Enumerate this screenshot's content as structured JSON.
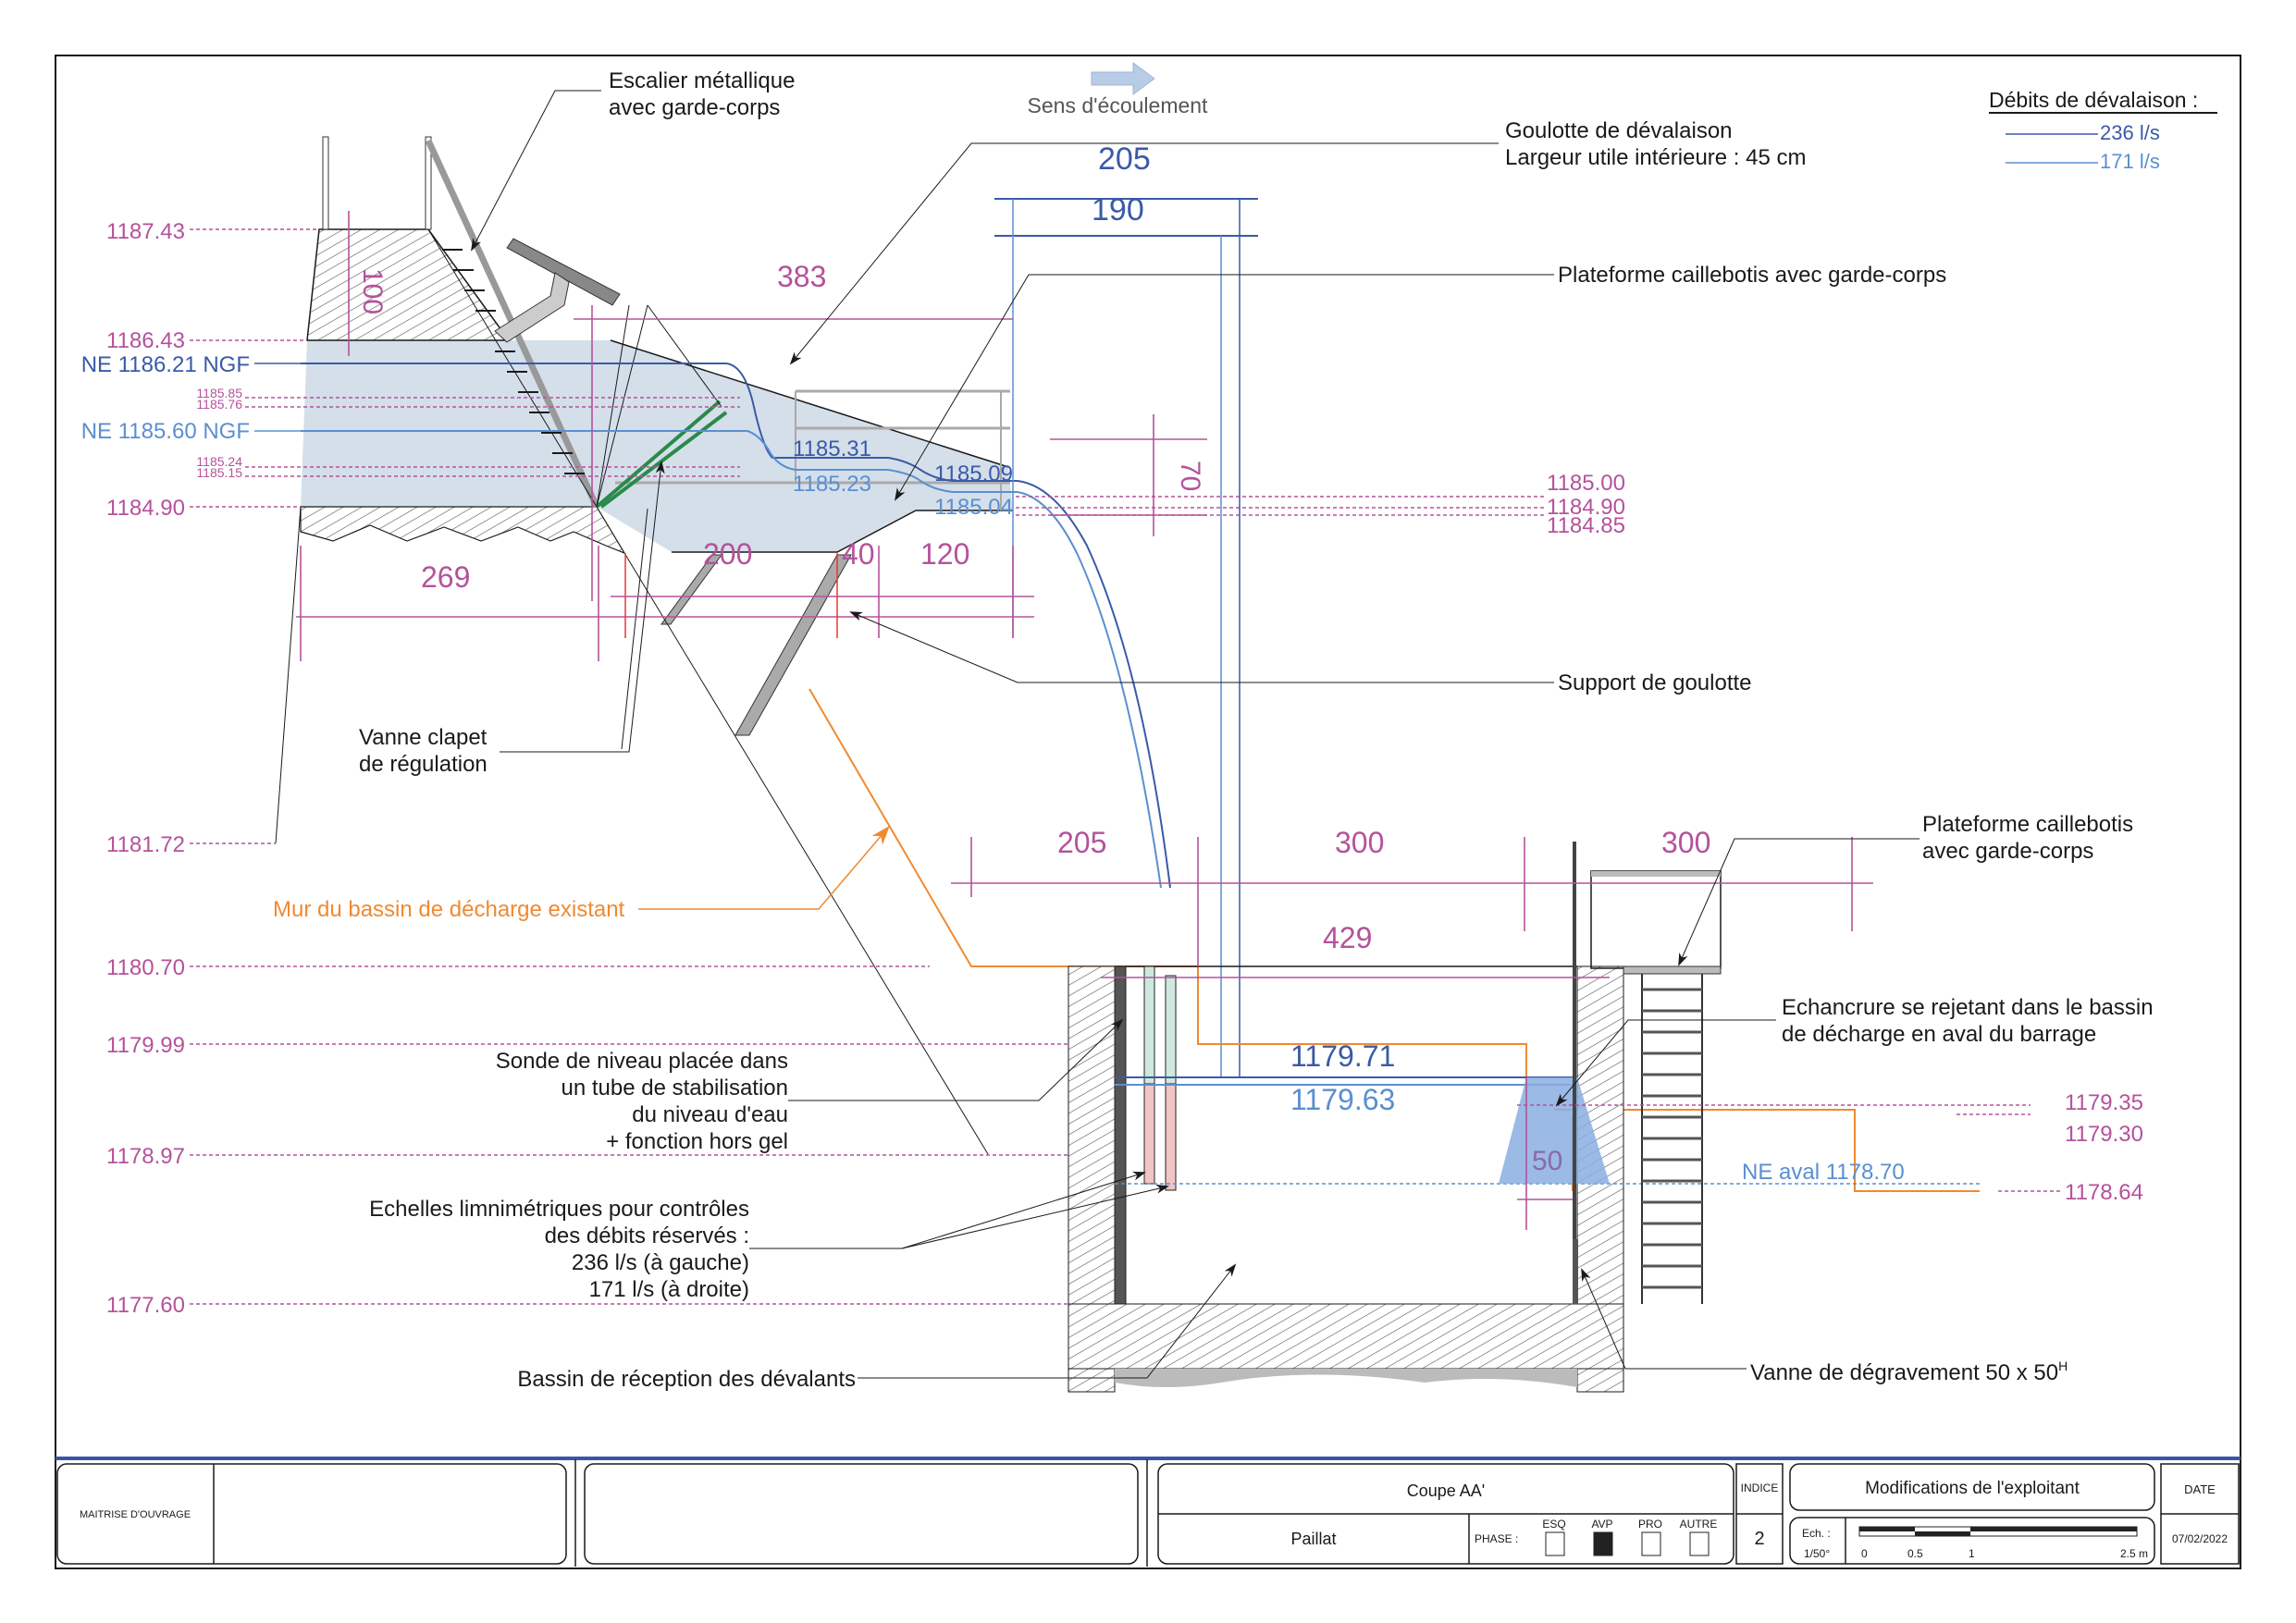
{
  "drawing": {
    "flow_direction_label": "Sens d'écoulement",
    "legend": {
      "title": "Débits de dévalaison :",
      "items": [
        {
          "label": "236 l/s",
          "color": "#3a5aa8"
        },
        {
          "label": "171 l/s",
          "color": "#5a8fd0"
        }
      ]
    },
    "elevations_left": [
      {
        "label": "1187.43"
      },
      {
        "label": "1186.43"
      },
      {
        "label": "NE 1186.21 NGF"
      },
      {
        "label": "1185.85"
      },
      {
        "label": "1185.76"
      },
      {
        "label": "NE 1185.60 NGF"
      },
      {
        "label": "1185.24"
      },
      {
        "label": "1185.15"
      },
      {
        "label": "1184.90"
      },
      {
        "label": "1181.72"
      },
      {
        "label": "1180.70"
      },
      {
        "label": "1179.99"
      },
      {
        "label": "1178.97"
      },
      {
        "label": "1177.60"
      }
    ],
    "elevations_right": [
      {
        "label": "1185.00"
      },
      {
        "label": "1184.90"
      },
      {
        "label": "1184.85"
      },
      {
        "label": "1179.35"
      },
      {
        "label": "1179.30"
      },
      {
        "label": "1178.64"
      }
    ],
    "water_levels": {
      "channel_236_a": "1185.31",
      "channel_171_a": "1185.23",
      "channel_236_b": "1185.09",
      "channel_171_b": "1185.04",
      "basin_236": "1179.71",
      "basin_171": "1179.63",
      "ne_aval": "NE aval 1178.70"
    },
    "dimensions": {
      "d100": "100",
      "d383": "383",
      "d205_top": "205",
      "d190": "190",
      "d70": "70",
      "d269": "269",
      "d200": "200",
      "d40": "40",
      "d120": "120",
      "d205_bottom": "205",
      "d300_a": "300",
      "d300_b": "300",
      "d429": "429",
      "d50": "50"
    },
    "annotations": {
      "escalier": [
        "Escalier métallique",
        "avec garde-corps"
      ],
      "goulotte": [
        "Goulotte de dévalaison",
        "Largeur utile intérieure : 45 cm"
      ],
      "plateforme_top": "Plateforme caillebotis avec garde-corps",
      "support": "Support de goulotte",
      "vanne_clapet": [
        "Vanne clapet",
        "de régulation"
      ],
      "mur_bassin": "Mur du bassin de décharge existant",
      "plateforme_right": [
        "Plateforme caillebotis",
        "avec garde-corps"
      ],
      "echancrure": [
        "Echancrure se rejetant dans le bassin",
        "de décharge en aval du barrage"
      ],
      "sonde": [
        "Sonde de niveau placée dans",
        "un tube de stabilisation",
        "du niveau d'eau",
        "+ fonction hors gel"
      ],
      "echelles": [
        "Echelles limnimétriques pour contrôles",
        "des débits réservés :",
        "236 l/s (à gauche)",
        "171 l/s (à droite)"
      ],
      "bassin": "Bassin de réception des dévalants",
      "vanne_degravement": "Vanne de dégravement 50 x 50",
      "vanne_degravement_sup": "H"
    }
  },
  "title_block": {
    "maitrise_label": "MAITRISE D'OUVRAGE",
    "drawing_title": "Coupe AA'",
    "site": "Paillat",
    "phase_label": "PHASE :",
    "phases": [
      {
        "label": "ESQ",
        "checked": false
      },
      {
        "label": "AVP",
        "checked": true
      },
      {
        "label": "PRO",
        "checked": false
      },
      {
        "label": "AUTRE",
        "checked": false
      }
    ],
    "indice_label": "INDICE",
    "indice_value": "2",
    "revision_description": "Modifications de l'exploitant",
    "scale_label": "Ech. :",
    "scale_value": "1/50°",
    "scale_ticks": [
      "0",
      "0.5",
      "1",
      "2.5 m"
    ],
    "date_label": "DATE",
    "date_value": "07/02/2022"
  }
}
